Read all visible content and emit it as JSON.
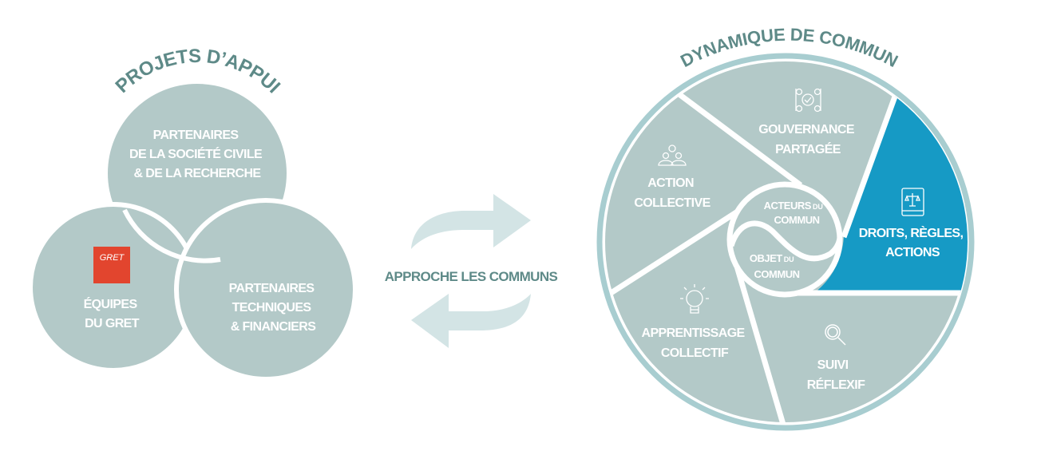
{
  "left": {
    "title": "PROJETS D’APPUI",
    "circles": [
      {
        "lines": [
          "PARTENAIRES",
          "DE LA SOCIÉTÉ CIVILE",
          "& DE LA RECHERCHE"
        ]
      },
      {
        "logo": "GRET",
        "lines": [
          "ÉQUIPES",
          "DU GRET"
        ]
      },
      {
        "lines": [
          "PARTENAIRES",
          "TECHNIQUES",
          "& FINANCIERS"
        ]
      }
    ]
  },
  "middle": {
    "label": "APPROCHE LES COMMUNS"
  },
  "right": {
    "title": "DYNAMIQUE DE COMMUN",
    "segments": [
      {
        "lines": [
          "GOUVERNANCE",
          "PARTAGÉE"
        ],
        "icon": "governance-icon"
      },
      {
        "lines": [
          "DROITS, RÈGLES,",
          "ACTIONS"
        ],
        "icon": "law-book-icon",
        "highlighted": true
      },
      {
        "lines": [
          "SUIVI",
          "RÉFLEXIF"
        ],
        "icon": "magnifier-icon"
      },
      {
        "lines": [
          "APPRENTISSAGE",
          "COLLECTIF"
        ],
        "icon": "lightbulb-puzzle-icon"
      },
      {
        "lines": [
          "ACTION",
          "COLLECTIVE"
        ],
        "icon": "group-icon"
      }
    ],
    "center": {
      "top": {
        "main": "ACTEURS",
        "small": "DU",
        "line2": "COMMUN"
      },
      "bottom": {
        "main": "OBJET",
        "small": "DU",
        "line2": "COMMUN"
      }
    }
  },
  "colors": {
    "gray": "#b3c9c8",
    "title": "#5e8a88",
    "arrow": "#d3e4e5",
    "blue": "#169ac5",
    "ring": "#a8cdd0",
    "gret": "#e2452e"
  }
}
